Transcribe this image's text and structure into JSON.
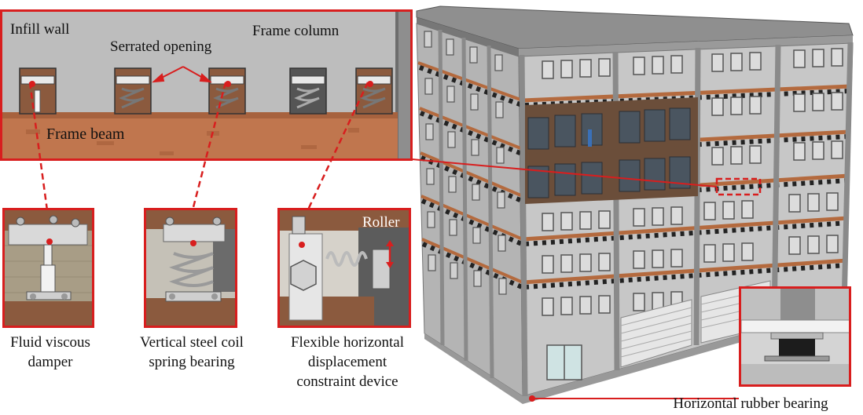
{
  "labels": {
    "infill_wall": "Infill wall",
    "serrated_opening": "Serrated opening",
    "frame_column": "Frame column",
    "frame_beam": "Frame beam",
    "roller": "Roller"
  },
  "captions": {
    "damper_line1": "Fluid viscous",
    "damper_line2": "damper",
    "spring_line1": "Vertical steel coil",
    "spring_line2": "spring bearing",
    "constraint_line1": "Flexible horizontal",
    "constraint_line2": "displacement",
    "constraint_line3": "constraint device",
    "rubber_bearing": "Horizontal rubber bearing"
  },
  "colors": {
    "callout_red": "#d81e1e",
    "wall_gray": "#b9b9b9",
    "beam_brown": "#c0764e",
    "steel": "#e0e0e0"
  }
}
